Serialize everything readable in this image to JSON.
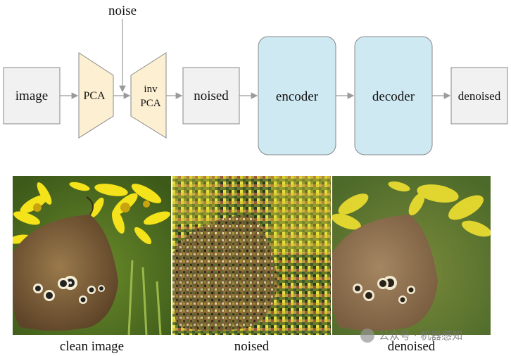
{
  "diagram": {
    "noise_label": "noise",
    "image_label": "image",
    "pca_label": "PCA",
    "inv_pca_line1": "inv",
    "inv_pca_line2": "PCA",
    "noised_label": "noised",
    "encoder_label": "encoder",
    "decoder_label": "decoder",
    "denoised_label": "denoised"
  },
  "captions": {
    "clean": "clean image",
    "noised": "noised",
    "denoised": "denoised"
  },
  "watermark": {
    "text": "公众号 · 机器感知"
  },
  "colors": {
    "gray_box": "#f1f1f1",
    "pca_fill": "#fdf0d2",
    "net_fill": "#cfe9f3",
    "arrow": "#9a9a9a"
  }
}
